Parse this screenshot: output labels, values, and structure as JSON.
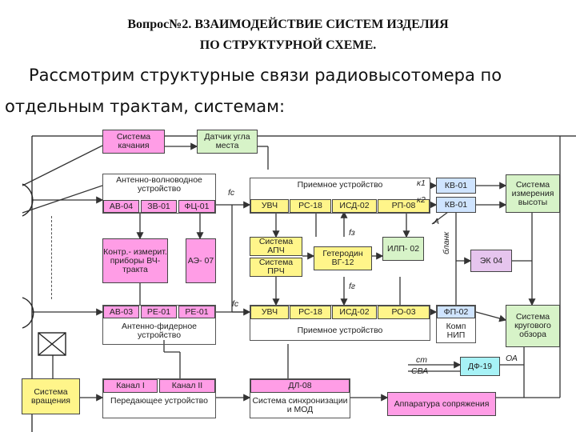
{
  "header": {
    "title_line1": "Вопрос№2. ВЗАИМОДЕЙСТВИЕ СИСТЕМ ИЗДЕЛИЯ",
    "title_line2": "ПО СТРУКТУРНОЙ СХЕМЕ.",
    "subtitle_line1": "Рассмотрим структурные связи радиовысотомера по",
    "subtitle_line2": "отдельным трактам, системам:"
  },
  "diagram": {
    "top_left": {
      "sistema_kachaniya": "Система качания",
      "datchik_ugla": "Датчик угла места"
    },
    "antenna_wave": {
      "title": "Антенно-волноводное устройство",
      "blocks": [
        "АВ-04",
        "ЗВ-01",
        "ФЦ-01"
      ]
    },
    "receiver_top": {
      "title": "Приемное устройство",
      "blocks": [
        "УВЧ",
        "РС-18",
        "ИСД-02",
        "РП-08"
      ]
    },
    "control": {
      "kontr": "Контр.- измерит. приборы ВЧ-тракта",
      "ae": "АЭ- 07"
    },
    "middle": {
      "apch": "Система АПЧ",
      "prch": "Система ПРЧ",
      "geterodin": "Гетеродин ВГ-12",
      "ilp": "ИЛП- 02"
    },
    "antenna_feeder": {
      "title": "Антенно-фидерное устройство",
      "blocks": [
        "АВ-03",
        "РЕ-01",
        "РЕ-01"
      ]
    },
    "receiver_bottom": {
      "title": "Приемное устройство",
      "blocks": [
        "УВЧ",
        "РС-18",
        "ИСД-02",
        "РО-03"
      ]
    },
    "right": {
      "kv1": "КВ-01",
      "kv2": "КВ-01",
      "izm_vysoty": "Система измерения высоты",
      "ek": "ЭК 04",
      "fp": "ФП-02",
      "komp_nip": "Комп НИП",
      "krug_obzor": "Система кругового обзора",
      "df": "ДФ-19"
    },
    "bottom": {
      "sistema_vrasheniya": "Система вращения",
      "kanal1": "Канал I",
      "kanal2": "Канал II",
      "peredayushee": "Передающее устройство",
      "dl": "ДЛ-08",
      "sinhro": "Система синхронизации и МОД",
      "apparatura": "Аппаратура сопряжения"
    },
    "signals": {
      "fc1": "fc",
      "fc2": "fc",
      "f3": "fз",
      "fr": "fг",
      "k1": "к1",
      "k2": "к2",
      "a": "А",
      "blank": "бланк",
      "st": "ст",
      "sva": "СВА",
      "oa": "ОА"
    }
  }
}
